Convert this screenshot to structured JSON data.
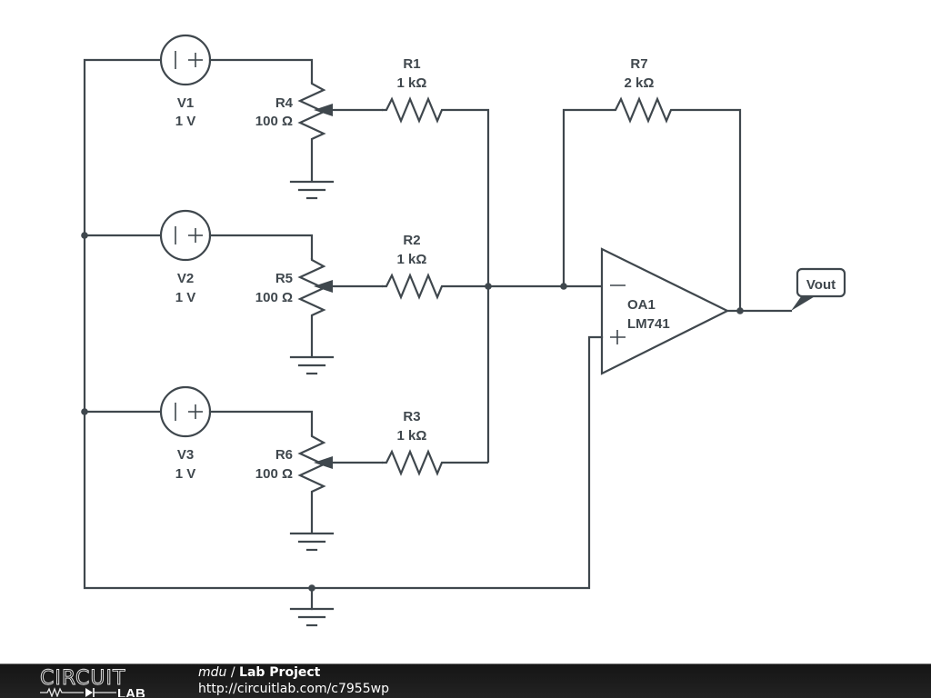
{
  "schematic": {
    "colors": {
      "wire": "#3f474d",
      "background": "#ffffff",
      "footer": "#1c1c1c"
    },
    "components": {
      "V1": {
        "name": "V1",
        "value": "1 V",
        "type": "voltage-source"
      },
      "V2": {
        "name": "V2",
        "value": "1 V",
        "type": "voltage-source"
      },
      "V3": {
        "name": "V3",
        "value": "1 V",
        "type": "voltage-source"
      },
      "R1": {
        "name": "R1",
        "value": "1 kΩ",
        "type": "resistor"
      },
      "R2": {
        "name": "R2",
        "value": "1 kΩ",
        "type": "resistor"
      },
      "R3": {
        "name": "R3",
        "value": "1 kΩ",
        "type": "resistor"
      },
      "R4": {
        "name": "R4",
        "value": "100 Ω",
        "type": "potentiometer"
      },
      "R5": {
        "name": "R5",
        "value": "100 Ω",
        "type": "potentiometer"
      },
      "R6": {
        "name": "R6",
        "value": "100 Ω",
        "type": "potentiometer"
      },
      "R7": {
        "name": "R7",
        "value": "2 kΩ",
        "type": "resistor"
      },
      "OA1": {
        "name": "OA1",
        "value": "LM741",
        "type": "op-amp",
        "inverting_symbol": "−",
        "noninverting_symbol": "+"
      }
    },
    "net_labels": {
      "vout": "Vout"
    }
  },
  "footer": {
    "logo": {
      "top": "CIRCUIT",
      "bottom": "LAB"
    },
    "user": "mdu",
    "separator": " / ",
    "project": "Lab Project",
    "url": "http://circuitlab.com/c7955wp"
  }
}
